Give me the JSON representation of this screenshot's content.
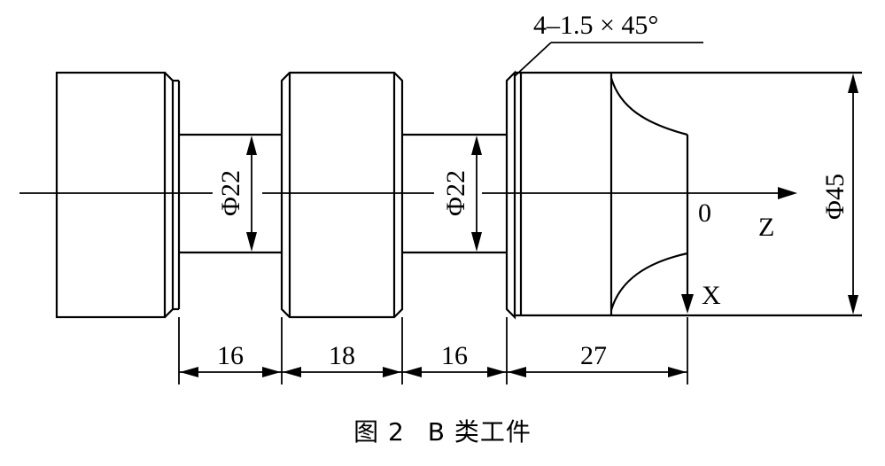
{
  "diagram": {
    "chamfer_label": "4–1.5 × 45°",
    "diameter_labels": [
      "Φ22",
      "Φ22"
    ],
    "outer_diameter_label": "Φ45",
    "origin_label": "0",
    "z_axis_label": "Z",
    "x_axis_label": "X",
    "length_labels": [
      "16",
      "18",
      "16",
      "27"
    ]
  },
  "caption": {
    "figure": "图 2",
    "title": "B 类工件"
  }
}
